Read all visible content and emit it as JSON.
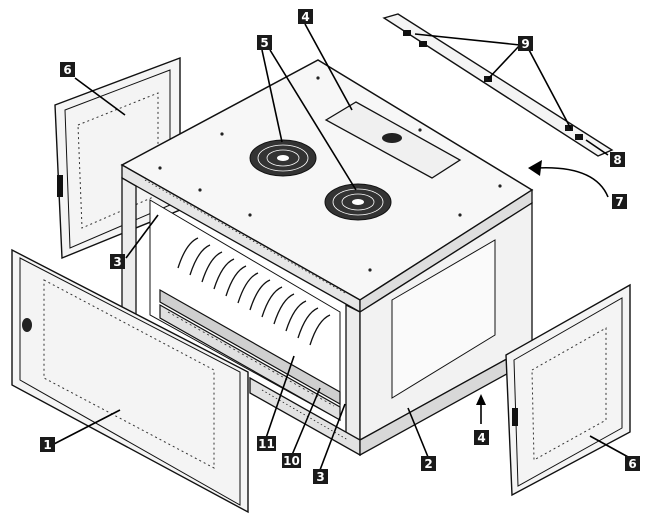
{
  "callouts": [
    {
      "id": "c1",
      "text": "1"
    },
    {
      "id": "c2",
      "text": "2"
    },
    {
      "id": "c3a",
      "text": "3"
    },
    {
      "id": "c3b",
      "text": "3"
    },
    {
      "id": "c4a",
      "text": "4"
    },
    {
      "id": "c4b",
      "text": "4"
    },
    {
      "id": "c5",
      "text": "5"
    },
    {
      "id": "c6a",
      "text": "6"
    },
    {
      "id": "c6b",
      "text": "6"
    },
    {
      "id": "c7",
      "text": "7"
    },
    {
      "id": "c8",
      "text": "8"
    },
    {
      "id": "c9",
      "text": "9"
    },
    {
      "id": "c10",
      "text": "10"
    },
    {
      "id": "c11",
      "text": "11"
    }
  ]
}
